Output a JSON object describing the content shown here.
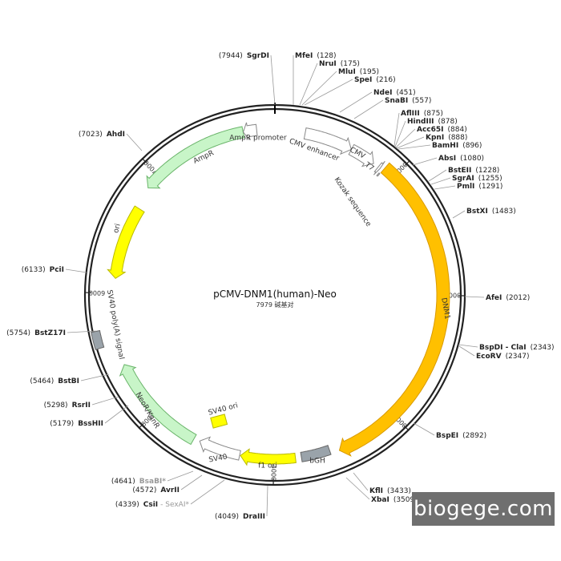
{
  "plasmid": {
    "name": "pCMV-DNM1(human)-Neo",
    "size_label": "7979 碱基对",
    "length": 7979
  },
  "ticks": [
    {
      "pos": 1000,
      "label": "1000"
    },
    {
      "pos": 2000,
      "label": "2000"
    },
    {
      "pos": 3000,
      "label": "3000"
    },
    {
      "pos": 4000,
      "label": "4000"
    },
    {
      "pos": 5000,
      "label": "5000"
    },
    {
      "pos": 6000,
      "label": "6000"
    },
    {
      "pos": 7000,
      "label": "7000"
    }
  ],
  "features": [
    {
      "name": "CMV enhancer",
      "start": 235,
      "end": 614,
      "color": "#ffffff",
      "stroke": "#888888",
      "arrow": true,
      "dir": 1
    },
    {
      "name": "CMV",
      "start": 615,
      "end": 818,
      "color": "#ffffff",
      "stroke": "#888888",
      "arrow": true,
      "dir": 1
    },
    {
      "name": "T7",
      "start": 863,
      "end": 881,
      "color": "#ffffff",
      "stroke": "#888888",
      "arrow": true,
      "dir": 1
    },
    {
      "name": "Kozak sequence",
      "start": 897,
      "end": 906,
      "color": "#bbbbbb",
      "stroke": "#888888",
      "arrow": false,
      "dir": 1
    },
    {
      "name": "DNM1",
      "start": 907,
      "end": 3490,
      "color": "#ffc000",
      "stroke": "#d99a00",
      "arrow": true,
      "dir": 1
    },
    {
      "name": "bGH",
      "start": 3560,
      "end": 3784,
      "color": "#9aa3aa",
      "stroke": "#666666",
      "arrow": false,
      "dir": 1
    },
    {
      "name": "f1 ori",
      "start": 3830,
      "end": 4258,
      "color": "#ffff00",
      "stroke": "#b8b800",
      "arrow": true,
      "dir": 1
    },
    {
      "name": "SV40",
      "start": 4264,
      "end": 4593,
      "color": "#ffffff",
      "stroke": "#888888",
      "arrow": true,
      "dir": 1
    },
    {
      "name": "NeoR/KanR",
      "start": 4640,
      "end": 5434,
      "color": "#c8f5c8",
      "stroke": "#6ab46a",
      "arrow": true,
      "dir": 1
    },
    {
      "name": "SV40 poly(A) signal",
      "start": 5608,
      "end": 5729,
      "color": "#9aa3aa",
      "stroke": "#666666",
      "arrow": false,
      "dir": 1
    },
    {
      "name": "ori",
      "start": 6115,
      "end": 6703,
      "color": "#ffff00",
      "stroke": "#b8b800",
      "arrow": true,
      "dir": -1
    },
    {
      "name": "AmpR",
      "start": 6874,
      "end": 7734,
      "color": "#c8f5c8",
      "stroke": "#6ab46a",
      "arrow": true,
      "dir": -1
    },
    {
      "name": "AmpR promoter",
      "start": 7735,
      "end": 7839,
      "color": "#ffffff",
      "stroke": "#888888",
      "arrow": true,
      "dir": -1
    }
  ],
  "sites": [
    {
      "enzyme": "SgrDI",
      "pos": "(7944)",
      "side": "left",
      "gray": false
    },
    {
      "enzyme": "MfeI",
      "pos": "(128)",
      "side": "right",
      "gray": false
    },
    {
      "enzyme": "NruI",
      "pos": "(175)",
      "side": "right",
      "gray": false
    },
    {
      "enzyme": "MluI",
      "pos": "(195)",
      "side": "right",
      "gray": false
    },
    {
      "enzyme": "SpeI",
      "pos": "(216)",
      "side": "right",
      "gray": false
    },
    {
      "enzyme": "NdeI",
      "pos": "(451)",
      "side": "right",
      "gray": false
    },
    {
      "enzyme": "SnaBI",
      "pos": "(557)",
      "side": "right",
      "gray": false
    },
    {
      "enzyme": "AflIII",
      "pos": "(875)",
      "side": "right",
      "gray": false
    },
    {
      "enzyme": "HindIII",
      "pos": "(878)",
      "side": "right",
      "gray": false
    },
    {
      "enzyme": "Acc65I",
      "pos": "(884)",
      "side": "right",
      "gray": false
    },
    {
      "enzyme": "KpnI",
      "pos": "(888)",
      "side": "right",
      "gray": false
    },
    {
      "enzyme": "BamHI",
      "pos": "(896)",
      "side": "right",
      "gray": false
    },
    {
      "enzyme": "AbsI",
      "pos": "(1080)",
      "side": "right",
      "gray": false
    },
    {
      "enzyme": "BstEII",
      "pos": "(1228)",
      "side": "right",
      "gray": false
    },
    {
      "enzyme": "SgrAI",
      "pos": "(1255)",
      "side": "right",
      "gray": false
    },
    {
      "enzyme": "PmlI",
      "pos": "(1291)",
      "side": "right",
      "gray": false
    },
    {
      "enzyme": "BstXI",
      "pos": "(1483)",
      "side": "right",
      "gray": false
    },
    {
      "enzyme": "AfeI",
      "pos": "(2012)",
      "side": "right",
      "gray": false
    },
    {
      "enzyme": "BspDI - ClaI",
      "pos": "(2343)",
      "side": "right",
      "gray": false
    },
    {
      "enzyme": "EcoRV",
      "pos": "(2347)",
      "side": "right",
      "gray": false
    },
    {
      "enzyme": "BspEI",
      "pos": "(2892)",
      "side": "right",
      "gray": false
    },
    {
      "enzyme": "KflI",
      "pos": "(3433)",
      "side": "right",
      "gray": false
    },
    {
      "enzyme": "XbaI",
      "pos": "(3509)",
      "side": "right",
      "gray": false
    },
    {
      "enzyme": "DraIII",
      "pos": "(4049)",
      "side": "left",
      "gray": false
    },
    {
      "enzyme": "CsiI",
      "pos": "(4339)",
      "side": "left",
      "gray": false,
      "extra": "SexAI*"
    },
    {
      "enzyme": "AvrII",
      "pos": "(4572)",
      "side": "left",
      "gray": false
    },
    {
      "enzyme": "BsaBI*",
      "pos": "(4641)",
      "side": "left",
      "gray": true
    },
    {
      "enzyme": "BssHII",
      "pos": "(5179)",
      "side": "left",
      "gray": false
    },
    {
      "enzyme": "RsrII",
      "pos": "(5298)",
      "side": "left",
      "gray": false
    },
    {
      "enzyme": "BstBI",
      "pos": "(5464)",
      "side": "left",
      "gray": false
    },
    {
      "enzyme": "BstZ17I",
      "pos": "(5754)",
      "side": "left",
      "gray": false
    },
    {
      "enzyme": "PciI",
      "pos": "(6133)",
      "side": "left",
      "gray": false
    },
    {
      "enzyme": "AhdI",
      "pos": "(7023)",
      "side": "left",
      "gray": false
    }
  ],
  "watermark": "biogege.com"
}
